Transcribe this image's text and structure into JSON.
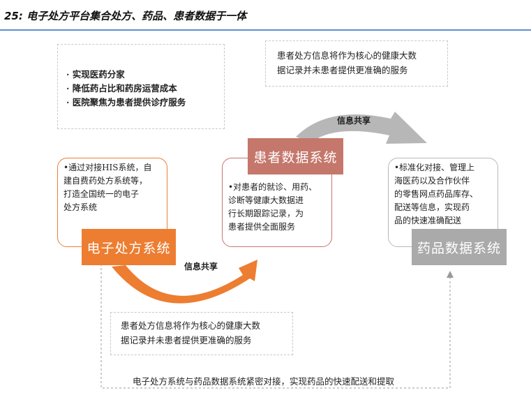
{
  "title": "25: 电子处方平台集合处方、药品、患者数据于一体",
  "goals": [
    "· 实现医药分家",
    "· 降低药占比和药房运营成本",
    "· 医院聚焦为患者提供诊疗服务"
  ],
  "top_note": [
    "患者处方信息将作为核心的健康大数",
    "据记录并未患者提供更准确的服务"
  ],
  "bottom_note": [
    "患者处方信息将作为核心的健康大数",
    "据记录并未患者提供更准确的服务"
  ],
  "share_label_top": "信息共享",
  "share_label_bottom": "信息共享",
  "blocks": {
    "eprescription": "电子处方系统",
    "patient": "患者数据系统",
    "drug": "药品数据系统"
  },
  "cards": {
    "left": [
      "•通过对接HIS系统，自",
      "建自费药处方系统等，",
      "打造全国统一的电子",
      "处方系统"
    ],
    "middle": [
      "•对患者的就诊、用药、",
      "诊断等健康大数据进",
      "行长期跟踪记录，为",
      "患者提供全面服务"
    ],
    "right": [
      "•标准化对接、管理上",
      "海医药以及合作伙伴",
      "的零售网点药品库存、",
      "配送等信息，实现药",
      "品的快速准确配送"
    ]
  },
  "footer": "电子处方系统与药品数据系统紧密对接，实现药品的快速配送和提取",
  "colors": {
    "orange": "#ed7d31",
    "rose": "#c5776b",
    "gray": "#aaaaaa",
    "title_rule": "#5b8fd0"
  }
}
